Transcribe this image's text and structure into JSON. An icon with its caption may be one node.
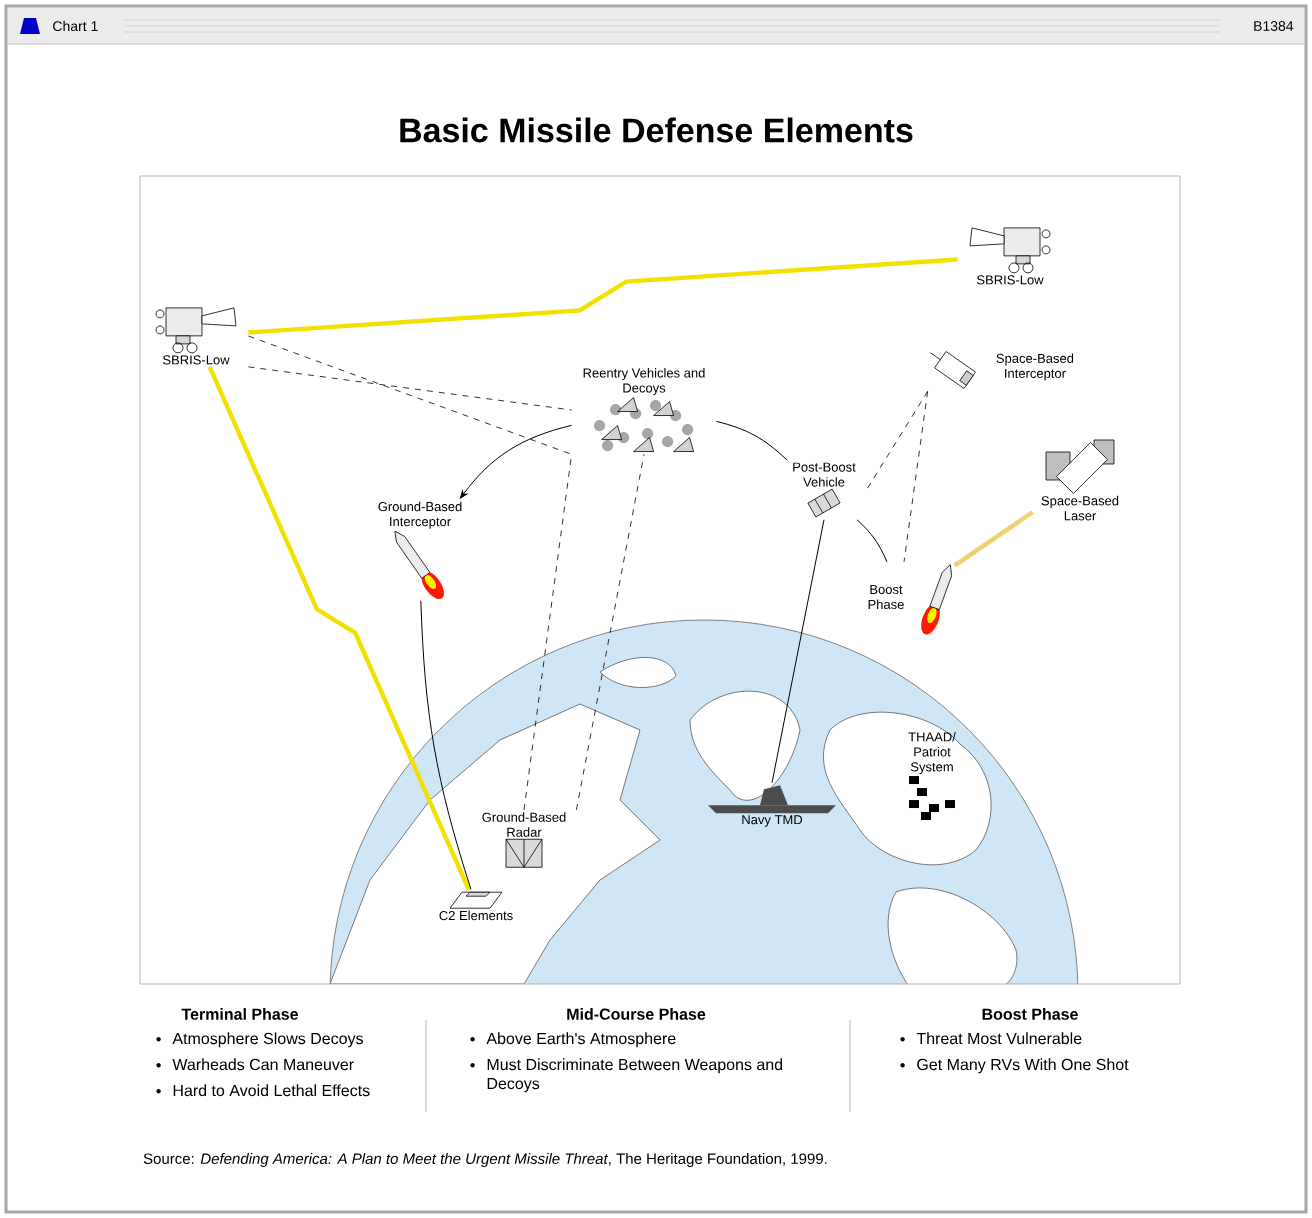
{
  "diagram": {
    "title": "Basic Missile Defense Elements",
    "caption": "Source: *Defending America: A Plan to Meet the Urgent Missile Threat*, The Heritage Foundation, 1999.",
    "nodes": [
      {
        "text": [
          "SBRIS-Low"
        ]
      },
      {
        "text": [
          "SBRIS-Low"
        ]
      },
      {
        "text": [
          "Reentry Vehicles and Decoys"
        ]
      },
      {
        "text": [
          "Space-Based Interceptor"
        ]
      },
      {
        "text": [
          "Ground-Based Interceptor"
        ]
      },
      {
        "text": [
          "Post-Boost Vehicle"
        ]
      },
      {
        "text": [
          "Space-Based Laser"
        ]
      },
      {
        "text": [
          "Boost Phase"
        ]
      },
      {
        "text": [
          "THAAD/ Patriot System"
        ]
      },
      {
        "text": [
          "Ground-Based Radar"
        ]
      },
      {
        "text": [
          "Navy TMD"
        ]
      },
      {
        "text": [
          "C2 Elements"
        ]
      }
    ],
    "edges": [
      {
        "from": 0,
        "to": 1,
        "arrow": "none",
        "style": "thick",
        "color": "#f2e000"
      },
      {
        "from": 0,
        "to": 11,
        "arrow": "none",
        "style": "thick",
        "color": "#f2e000"
      },
      {
        "from": 0,
        "to": 2,
        "arrow": "none",
        "style": "dashed"
      },
      {
        "from": 0,
        "to": 2,
        "arrow": "none",
        "style": "dashed"
      },
      {
        "from": 9,
        "to": 2,
        "arrow": "none",
        "style": "dashed"
      },
      {
        "from": 9,
        "to": 2,
        "arrow": "none",
        "style": "dashed"
      },
      {
        "from": 3,
        "to": 5,
        "arrow": "none",
        "style": "dashed"
      },
      {
        "from": 3,
        "to": 7,
        "arrow": "none",
        "style": "dashed"
      },
      {
        "from": 7,
        "to": 5,
        "arrow": "none"
      },
      {
        "from": 5,
        "to": 2,
        "arrow": "none"
      },
      {
        "from": 2,
        "to": 4,
        "arrow": "to"
      },
      {
        "from": 10,
        "to": 5,
        "arrow": "none"
      },
      {
        "from": 6,
        "to": 7,
        "arrow": "none",
        "style": "thick",
        "color": "#f0d070"
      },
      {
        "from": 4,
        "to": 11,
        "arrow": "none"
      }
    ],
    "labels": [
      "Chart 1",
      "B1384",
      "Terminal Phase",
      "Atmosphere Slows Decoys",
      "Warheads Can Maneuver",
      "Hard to Avoid Lethal Effects",
      "Mid-Course Phase",
      "Above Earth's Atmosphere",
      "Must Discriminate Between Weapons and Decoys",
      "Boost Phase",
      "Threat Most Vulnerable",
      "Get Many RVs With One Shot"
    ]
  }
}
